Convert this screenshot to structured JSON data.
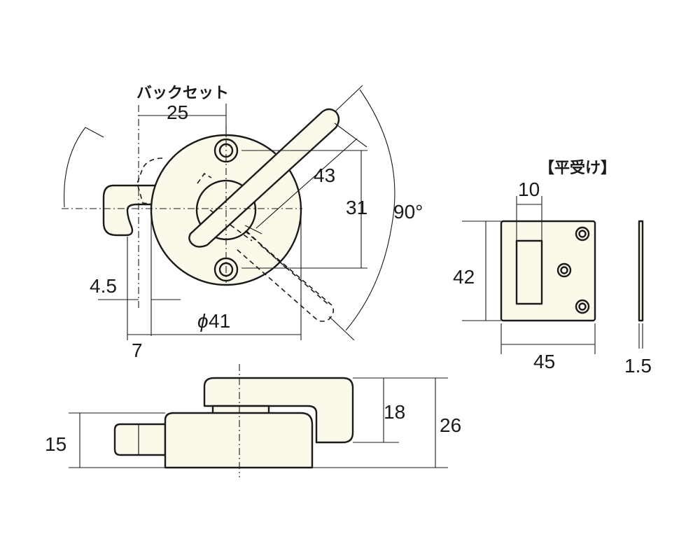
{
  "labels": {
    "backset": "バックセット",
    "backset_value": "25",
    "angle_dim": "43",
    "height_dim": "31",
    "rotation": "90°",
    "diameter_symbol": "ϕ",
    "diameter_value": "41",
    "small_offset": "4.5",
    "hook_offset": "7",
    "strike_title": "【平受け】",
    "strike_slot_width": "10",
    "strike_height": "42",
    "strike_width": "45",
    "strike_thickness": "1.5",
    "side_total_height": "26",
    "side_upper_height": "18",
    "side_body_height": "15"
  },
  "colors": {
    "part_fill": "#fbf9ea",
    "line": "#1a1a1a",
    "background": "#ffffff"
  }
}
